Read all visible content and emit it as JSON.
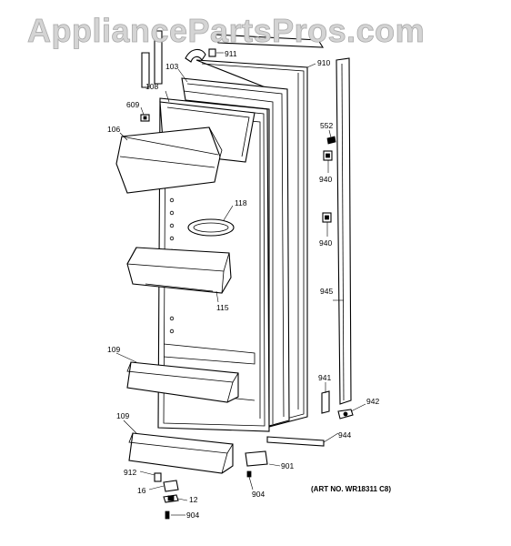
{
  "watermark": "AppliancePartsPros.com",
  "art_number": "(ART NO. WR18311 C8)",
  "callouts": {
    "c911": "911",
    "c910": "910",
    "c103": "103",
    "c108": "108",
    "c609": "609",
    "c106": "106",
    "c552": "552",
    "c940a": "940",
    "c118": "118",
    "c940b": "940",
    "c945": "945",
    "c115": "115",
    "c109a": "109",
    "c941": "941",
    "c942": "942",
    "c109b": "109",
    "c944": "944",
    "c901": "901",
    "c912": "912",
    "c16": "16",
    "c12": "12",
    "c904a": "904",
    "c904b": "904"
  }
}
